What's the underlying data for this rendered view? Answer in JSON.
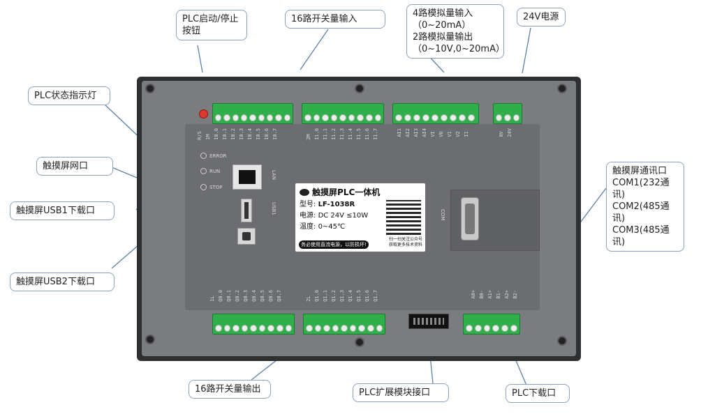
{
  "callouts": {
    "plc_button": [
      "PLC启动/停止",
      "按钮"
    ],
    "digital_in": "16路开关量输入",
    "analog": [
      "4路模拟量输入",
      "（0~20mA）",
      "2路模拟量输出",
      "（0~10V,0~20mA）"
    ],
    "power": "24V电源",
    "status_led": "PLC状态指示灯",
    "lan": "触摸屏网口",
    "usb1": "触摸屏USB1下载口",
    "usb2": "触摸屏USB2下载口",
    "comm": [
      "触摸屏通讯口",
      "COM1(232通讯)",
      "COM2(485通讯)",
      "COM3(485通讯)"
    ],
    "digital_out": "16路开关量输出",
    "expansion": "PLC扩展模块接口",
    "plc_download": "PLC下载口"
  },
  "device": {
    "leds": [
      "ERROR",
      "RUN",
      "STOP"
    ],
    "port_labels": {
      "lan": "LAN",
      "usb": "USB1",
      "com": "COM"
    },
    "top_pins_a": [
      "R/S",
      "1M",
      "I0.0",
      "I0.1",
      "I0.2",
      "I0.3",
      "I0.4",
      "I0.5",
      "I0.6",
      "I0.7"
    ],
    "top_pins_b": [
      "2M",
      "I1.0",
      "I1.1",
      "I1.2",
      "I1.3",
      "I1.4",
      "I1.5",
      "I1.6",
      "I1.7"
    ],
    "top_pins_c": [
      "AI1",
      "AI2",
      "AI3",
      "AI4",
      "VI",
      "VO",
      "V1",
      "V2",
      "I1"
    ],
    "top_pins_d": [
      "0V",
      "24V"
    ],
    "bottom_pins_a": [
      "1L",
      "Q0.0",
      "Q0.1",
      "Q0.2",
      "Q0.3",
      "Q0.4",
      "Q0.5",
      "Q0.6",
      "Q0.7"
    ],
    "bottom_pins_b": [
      "2L",
      "Q1.0",
      "Q1.1",
      "Q1.2",
      "Q1.3",
      "Q1.4",
      "Q1.5",
      "Q1.6",
      "Q1.7"
    ],
    "bottom_pins_c": [
      "A0+",
      "B0-",
      "A1+",
      "B1-",
      "A2+",
      "B2-"
    ],
    "label": {
      "brand": "触摸屏PLC一体机",
      "model_key": "型号:",
      "model": "LF-1038R",
      "power_key": "电源:",
      "power": "DC 24V  ≤10W",
      "temp_key": "温度:",
      "temp": "0~45℃",
      "warning": "务必使用直流电源，以防损坏!",
      "qr_caption": [
        "扫一扫关注公众号",
        "获取更多技术资料"
      ]
    }
  },
  "colors": {
    "terminal": "#2fae4a",
    "callout_border": "#8aa3c2",
    "frame": "#7a7c80"
  }
}
